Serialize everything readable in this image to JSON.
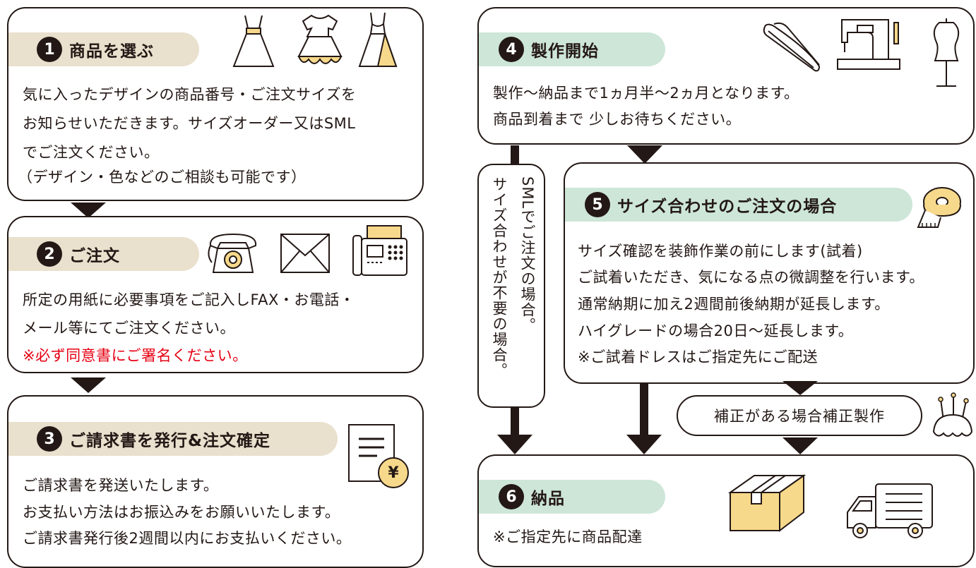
{
  "step1": {
    "number": "1",
    "title": "商品を選ぶ",
    "lines": [
      "気に入ったデザインの商品番号・ご注文サイズを",
      "お知らせいただきます。サイズオーダー又はSML",
      "でご注文ください。",
      "（デザイン・色などのご相談も可能です）"
    ],
    "icons": [
      "dress-icon",
      "dress-icon",
      "dress-icon"
    ]
  },
  "step2": {
    "number": "2",
    "title": "ご注文",
    "lines": [
      "所定の用紙に必要事項をご記入しFAX・お電話・",
      "メール等にてご注文ください。"
    ],
    "warning": "※必ず同意書にご署名ください。",
    "icons": [
      "telephone-icon",
      "envelope-icon",
      "fax-icon"
    ]
  },
  "step3": {
    "number": "3",
    "title": "ご請求書を発行&注文確定",
    "lines": [
      "ご請求書を発送いたします。",
      "お支払い方法はお振込みをお願いいたします。",
      "ご請求書発行後2週間以内にお支払いください。"
    ],
    "yen": "¥",
    "icons": [
      "invoice-icon"
    ]
  },
  "step4": {
    "number": "4",
    "title": "製作開始",
    "lines": [
      "製作～納品まで1ヵ月半～2ヵ月となります。",
      "商品到着まで 少しお待ちください。"
    ],
    "icons": [
      "scissors-icon",
      "sewing-machine-icon",
      "dress-form-icon"
    ]
  },
  "step5": {
    "number": "5",
    "title": "サイズ合わせのご注文の場合",
    "lines": [
      "サイズ確認を装飾作業の前にします(試着)",
      "ご試着いただき、気になる点の微調整を行います。",
      "通常納期に加え2週間前後納期が延長します。",
      "ハイグレードの場合20日～延長します。",
      "※ご試着ドレスはご指定先にご配送"
    ],
    "icons": [
      "tape-measure-icon"
    ]
  },
  "branch": {
    "sml": "SMLでご注文の場合。",
    "no_fitting": "サイズ合わせが不要の場合。"
  },
  "correction": {
    "label": "補正がある場合補正製作",
    "icons": [
      "pincushion-icon"
    ]
  },
  "step6": {
    "number": "6",
    "title": "納品",
    "lines": [
      "※ご指定先に商品配達"
    ],
    "icons": [
      "cardboard-box-icon",
      "delivery-truck-icon"
    ]
  },
  "colors": {
    "dark": "#231815",
    "beige_pill": "#e9e0cd",
    "green_pill": "#cde6d8",
    "icon_yellow": "#f7d98b",
    "warning_red": "#e60012"
  }
}
